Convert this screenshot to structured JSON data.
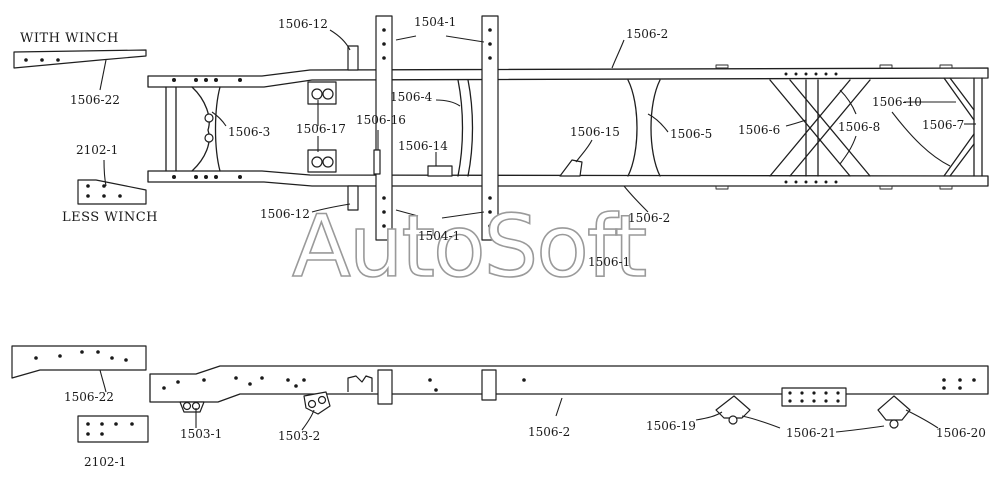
{
  "captions": {
    "with_winch": "WITH WINCH",
    "less_winch": "LESS WINCH"
  },
  "watermark": "AutoSoft",
  "callouts": {
    "p1506_22_top": "1506-22",
    "p2102_1_top": "2102-1",
    "p1506_12_top": "1506-12",
    "p1504_1_top": "1504-1",
    "p1506_2_top": "1506-2",
    "p1506_3": "1506-3",
    "p1506_17": "1506-17",
    "p1506_4": "1506-4",
    "p1506_16": "1506-16",
    "p1506_14": "1506-14",
    "p1506_15": "1506-15",
    "p1506_5": "1506-5",
    "p1506_6": "1506-6",
    "p1506_8": "1506-8",
    "p1506_10": "1506-10",
    "p1506_7": "1506-7",
    "p1506_12_bottom": "1506-12",
    "p1504_1_bottom": "1504-1",
    "p1506_2_mid": "1506-2",
    "p1506_1": "1506-1",
    "p1506_22_side": "1506-22",
    "p2102_1_side": "2102-1",
    "p1503_1": "1503-1",
    "p1503_2": "1503-2",
    "p1506_2_side": "1506-2",
    "p1506_19": "1506-19",
    "p1506_21": "1506-21",
    "p1506_20": "1506-20"
  }
}
